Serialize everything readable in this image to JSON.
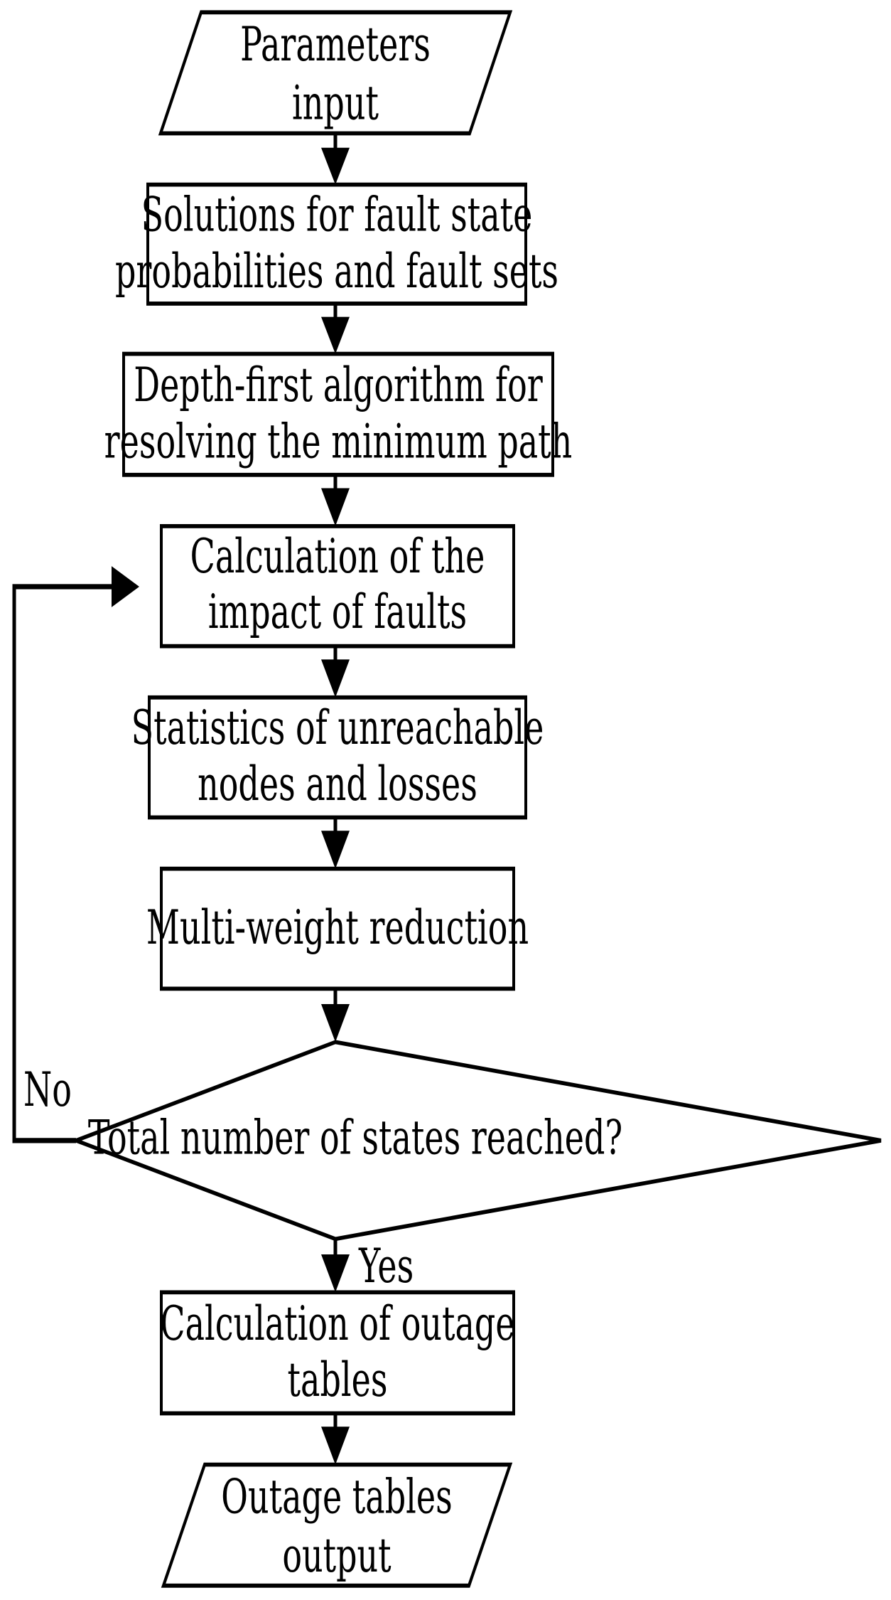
{
  "diagram": {
    "title": "Algorithm flowchart for outage table calculation",
    "colors": {
      "stroke": "#000000",
      "fill": "#ffffff",
      "text": "#000000"
    },
    "nodes": [
      {
        "id": "parameters-input",
        "shape": "parallelogram",
        "lines": [
          "Parameters",
          "input"
        ]
      },
      {
        "id": "solutions-fault-state",
        "shape": "rectangle",
        "lines": [
          "Solutions for fault state",
          "probabilities and fault sets"
        ]
      },
      {
        "id": "depth-first-algorithm",
        "shape": "rectangle",
        "lines": [
          "Depth-first algorithm for",
          "resolving the minimum path"
        ]
      },
      {
        "id": "calculation-impact-faults",
        "shape": "rectangle",
        "lines": [
          "Calculation of the",
          "impact of faults"
        ]
      },
      {
        "id": "statistics-unreachable-nodes",
        "shape": "rectangle",
        "lines": [
          "Statistics of unreachable",
          "nodes and losses"
        ]
      },
      {
        "id": "multi-weight-reduction",
        "shape": "rectangle",
        "lines": [
          "Multi-weight reduction"
        ]
      },
      {
        "id": "total-number-states-decision",
        "shape": "diamond",
        "lines": [
          "Total number of states reached?"
        ]
      },
      {
        "id": "calculation-outage-tables",
        "shape": "rectangle",
        "lines": [
          "Calculation of outage",
          "tables"
        ]
      },
      {
        "id": "outage-tables-output",
        "shape": "parallelogram",
        "lines": [
          "Outage tables",
          "output"
        ]
      }
    ],
    "edge_labels": {
      "no": "No",
      "yes": "Yes"
    }
  }
}
